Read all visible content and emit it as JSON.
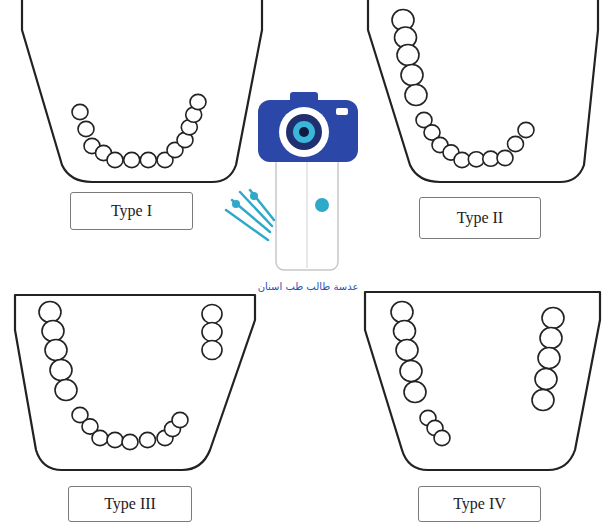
{
  "diagram": {
    "nodes": [
      {
        "text": [
          "Type I"
        ]
      },
      {
        "text": [
          "Type II"
        ]
      },
      {
        "text": [
          "Type III"
        ]
      },
      {
        "text": [
          "Type IV"
        ]
      }
    ],
    "labels": [
      "عدسة طالب طب اسنان"
    ]
  }
}
